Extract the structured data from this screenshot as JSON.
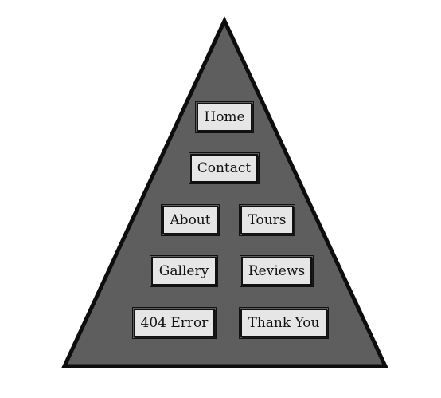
{
  "colors": {
    "pyramid_fill": "#5e5e5e",
    "pyramid_stroke": "#0d0d0d",
    "node_fill": "#e6e6e6",
    "node_border": "#111111",
    "text": "#111111"
  },
  "pages": {
    "home": "Home",
    "contact": "Contact",
    "about": "About",
    "tours": "Tours",
    "gallery": "Gallery",
    "reviews": "Reviews",
    "error404": "404 Error",
    "thank_you": "Thank You"
  }
}
